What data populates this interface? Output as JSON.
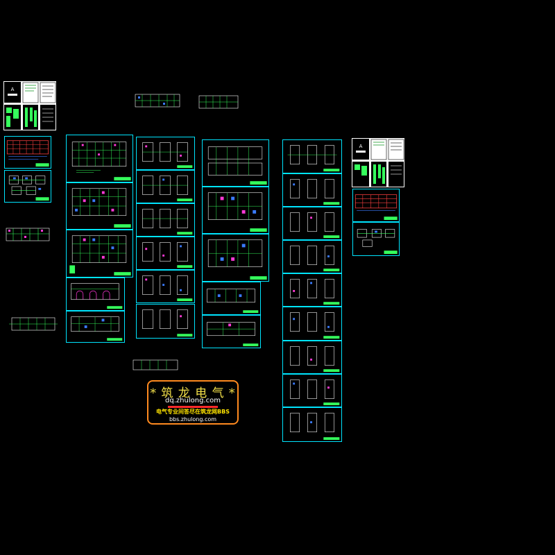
{
  "drawing": {
    "background": "#000000",
    "frame_color": "#00e5ff",
    "line_colors": [
      "#35ff5c",
      "#ff3ad7",
      "#3a7bff",
      "#ffffff",
      "#ff4040"
    ]
  },
  "watermark": {
    "title": "* 筑 龙 电 气 *",
    "site": "dq.zhulong.com",
    "slogan": "电气专业间答尽在筑龙网BBS",
    "bbs": "bbs.zhulong.com",
    "border_color": "#ff8a1f",
    "title_color": "#f3e04a"
  }
}
